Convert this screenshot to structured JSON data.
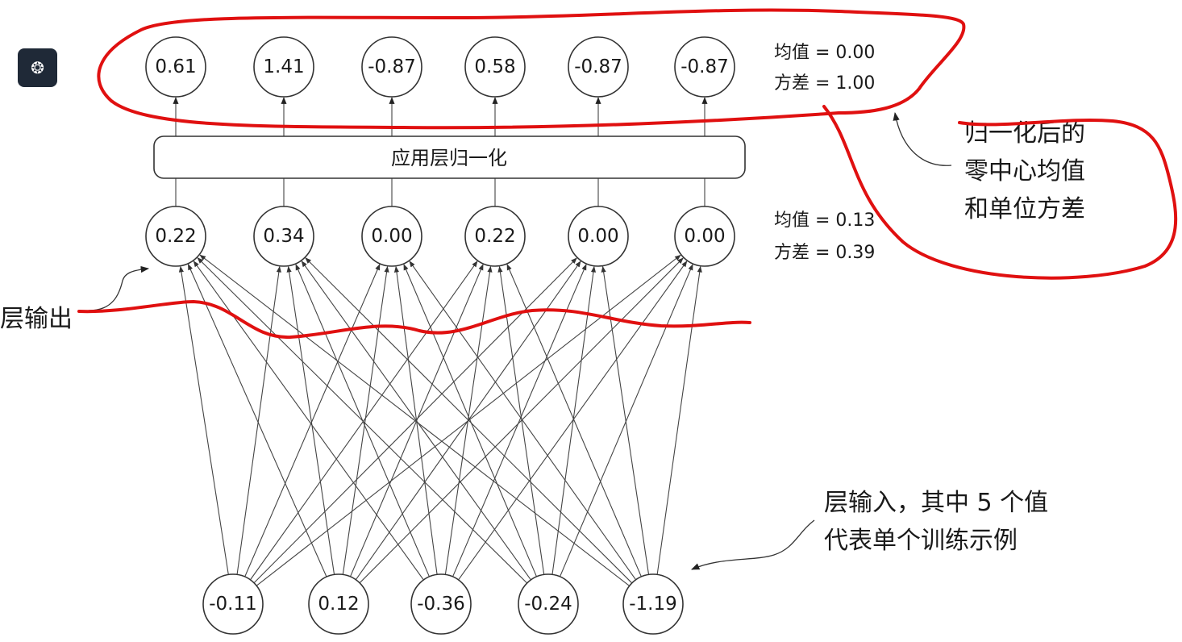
{
  "output_nodes": [
    "0.61",
    "1.41",
    "-0.87",
    "0.58",
    "-0.87",
    "-0.87"
  ],
  "hidden_nodes": [
    "0.22",
    "0.34",
    "0.00",
    "0.22",
    "0.00",
    "0.00"
  ],
  "input_nodes": [
    "-0.11",
    "0.12",
    "-0.36",
    "-0.24",
    "-1.19"
  ],
  "layernorm_box": "应用层归一化",
  "output_stats": {
    "mean": "均值 = 0.00",
    "variance": "方差 = 1.00"
  },
  "hidden_stats": {
    "mean": "均值 = 0.13",
    "variance": "方差 = 0.39"
  },
  "annotations": {
    "normalized": [
      "归一化后的",
      "零中心均值",
      "和单位方差"
    ],
    "layer_output": "层输出",
    "layer_input": [
      "层输入，其中 5 个值",
      "代表单个训练示例"
    ]
  },
  "icons": {
    "badge": "brain-icon"
  },
  "colors": {
    "highlight": "#e01010",
    "badge": "#1f2937"
  }
}
